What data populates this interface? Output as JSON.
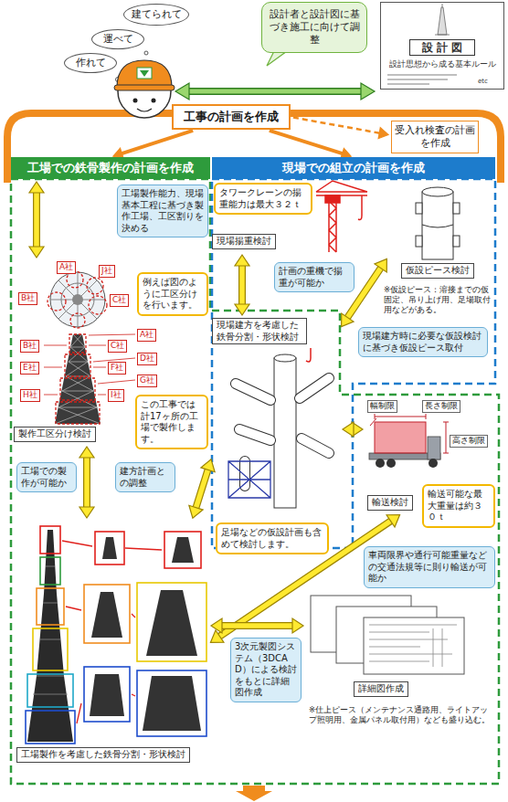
{
  "diagram": {
    "nodes": [
      {
        "text": [
          "建てられて"
        ]
      },
      {
        "text": [
          "運べて"
        ]
      },
      {
        "text": [
          "作れて"
        ]
      },
      {
        "text": [
          "設計者と設計図に基づき施工に向けて調整"
        ]
      },
      {
        "text": [
          "設計思想から成る基本ルール",
          "etc"
        ]
      },
      {
        "text": [
          "設 計 図"
        ],
        "in": 4
      },
      {
        "text": [
          "工事の計画を作成"
        ]
      },
      {
        "text": [
          "受入れ検査の計画を作成"
        ]
      },
      {
        "text": [
          "工場での鉄骨製作の計画を作成"
        ]
      },
      {
        "text": [
          "現場での組立の計画を作成"
        ]
      },
      {
        "text": [
          "工場製作能力、現場基本工程に基づき製作工場、工区割りを決める"
        ]
      },
      {
        "text": [
          "タワークレーンの揚重能力は最大３２ｔ"
        ]
      },
      {
        "text": [
          "現場揚重検討"
        ]
      },
      {
        "text": [
          "仮設ピース検討"
        ]
      },
      {
        "text": [
          "製作工区分け検討"
        ]
      },
      {
        "text": [
          "例えば図のように工区分けを行います。"
        ]
      },
      {
        "text": [
          "計画の重機で揚重が可能か"
        ]
      },
      {
        "text": [
          "現場建方を考慮した鉄骨分割・形状検討"
        ]
      },
      {
        "text": [
          "現場建方時に必要な仮設検討に基づき仮設ピース取付"
        ]
      },
      {
        "text": [
          "この工事では計17ヶ所の工場で製作します。"
        ]
      },
      {
        "text": [
          "輸送検討"
        ]
      },
      {
        "text": [
          "輸送可能な最大重量は約３０ｔ"
        ]
      },
      {
        "text": [
          "工場での製作が可能か"
        ]
      },
      {
        "text": [
          "建方計画との調整"
        ]
      },
      {
        "text": [
          "足場などの仮設計画も含めて検討します。"
        ]
      },
      {
        "text": [
          "車両限界や通行可能重量などの交通法規等に則り輸送が可能か"
        ]
      },
      {
        "text": [
          "工場製作を考慮した鉄骨分割・形状検討"
        ]
      },
      {
        "text": [
          "3次元製図システム（3DCAD）による検討をもとに詳細図作成"
        ]
      },
      {
        "text": [
          "詳細図作成"
        ]
      }
    ],
    "edges": [
      {
        "from": 6,
        "to": 7,
        "arrow": "to"
      },
      {
        "from": 6,
        "to": 8,
        "arrow": "to"
      },
      {
        "from": 6,
        "to": 9,
        "arrow": "to"
      },
      {
        "from": 8,
        "to": 14,
        "arrow": "both"
      },
      {
        "from": 14,
        "to": 26,
        "arrow": "both"
      },
      {
        "from": 12,
        "to": 17,
        "arrow": "both"
      },
      {
        "from": 13,
        "to": 17,
        "arrow": "both"
      },
      {
        "from": 17,
        "to": 20,
        "arrow": "both"
      },
      {
        "from": 26,
        "to": 17,
        "arrow": "both"
      },
      {
        "from": 20,
        "to": 26,
        "arrow": "both"
      },
      {
        "from": 26,
        "to": 28,
        "arrow": "both"
      }
    ],
    "labels": [
      "A社",
      "J社",
      "B社",
      "C社",
      "A社",
      "B社",
      "C社",
      "D社",
      "E社",
      "F社",
      "G社",
      "H社",
      "I社",
      "幅制限",
      "長さ制限",
      "高さ制限",
      "※仮設ピース：溶接までの仮固定、吊り上げ用、足場取付用などがある。",
      "※仕上ピース（メンテナンス通路用、ライトアップ照明用、金属パネル取付用）なども盛り込む。"
    ]
  }
}
